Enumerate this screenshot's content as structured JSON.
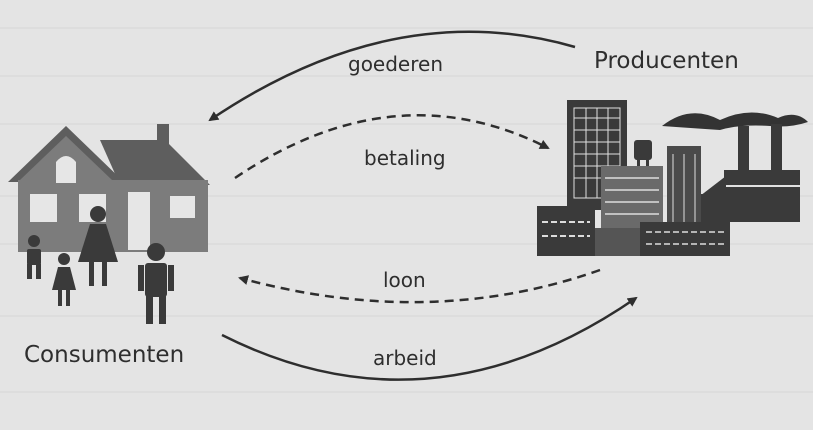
{
  "labels": {
    "producers": "Producenten",
    "consumers": "Consumenten",
    "goods": "goederen",
    "payment": "betaling",
    "wage": "loon",
    "labour": "arbeid"
  },
  "colors": {
    "background": "#e4e4e4",
    "ink": "#2e2e2e",
    "house_wall": "#7c7c7c",
    "house_roof": "#5e5e5e",
    "buildings": "#3a3a3a"
  },
  "icons": [
    "house-icon",
    "family-icon",
    "factory-icon",
    "city-buildings-icon"
  ]
}
